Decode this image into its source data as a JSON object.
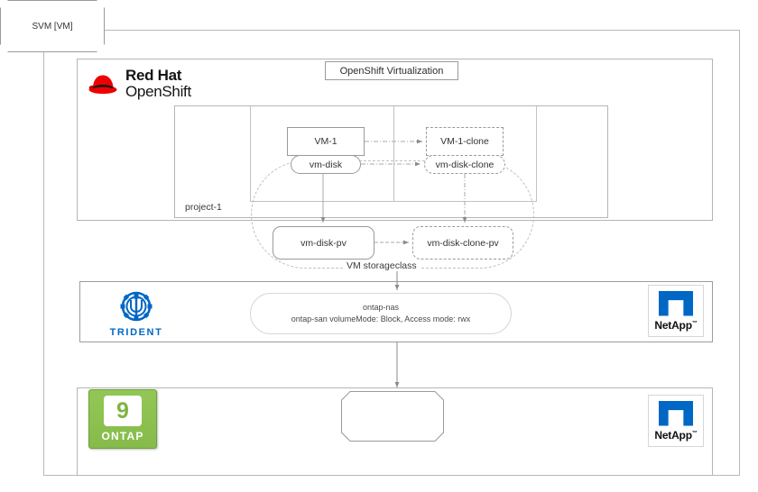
{
  "diagram": {
    "title": "OpenShift Virtualization",
    "outer_frame": {},
    "openshift": {
      "logo_line1": "Red Hat",
      "logo_line2": "OpenShift",
      "virtualization_label": "OpenShift Virtualization",
      "project_label": "project-1",
      "nodes": {
        "vm1": "VM-1",
        "vm1_clone": "VM-1-clone",
        "vm_disk": "vm-disk",
        "vm_disk_clone": "vm-disk-clone",
        "vm_disk_pv": "vm-disk-pv",
        "vm_disk_clone_pv": "vm-disk-clone-pv"
      },
      "storageclass_label": "VM storageclass"
    },
    "trident": {
      "logo_word": "TRIDENT",
      "backend_line1": "ontap-nas",
      "backend_line2": "ontap-san volumeMode: Block, Access mode: rwx",
      "netapp_word": "NetApp",
      "netapp_tm": "™"
    },
    "ontap": {
      "version": "9",
      "logo_word": "ONTAP",
      "svm_label": "SVM [VM]",
      "netapp_word": "NetApp",
      "netapp_tm": "™"
    },
    "colors": {
      "redhat_red": "#ee0000",
      "netapp_blue": "#0067c5",
      "trident_blue": "#0067c5",
      "ontap_green": "#8cc152",
      "frame_gray": "#b5b5b5"
    }
  }
}
